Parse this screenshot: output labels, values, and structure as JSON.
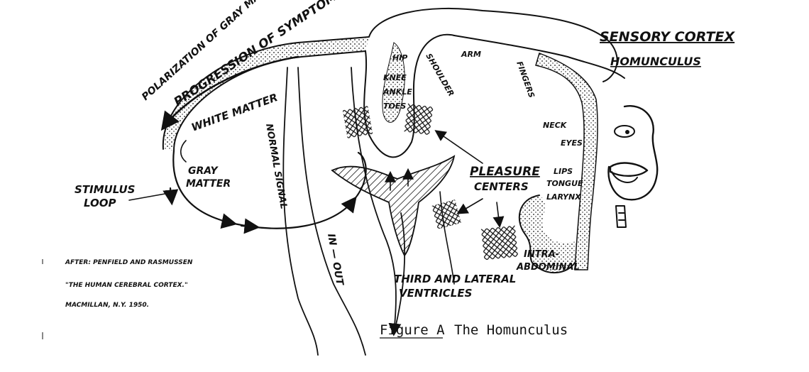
{
  "header": {
    "title_line1": "SENSORY CORTEX",
    "title_line2": "HOMUNCULUS"
  },
  "arc_text": {
    "line1": "POLARIZATION OF GRAY MATTER CAUSES",
    "line2": "PROGRESSION OF SYMPTOMS"
  },
  "labels": {
    "white_matter": "WHITE MATTER",
    "gray_matter_1": "GRAY",
    "gray_matter_2": "MATTER",
    "stimulus_1": "STIMULUS",
    "stimulus_2": "LOOP",
    "normal_signal": "NORMAL SIGNAL",
    "in_out": "IN — OUT",
    "pleasure_1": "PLEASURE",
    "pleasure_2": "CENTERS",
    "third_1": "THIRD AND LATERAL",
    "third_2": "VENTRICLES",
    "intra_1": "INTRA-",
    "intra_2": "ABDOMINAL"
  },
  "body_parts": {
    "hip": "HIP",
    "knee": "KNEE",
    "ankle": "ANKLE",
    "toes": "TOES",
    "shoulder": "SHOULDER",
    "arm": "ARM",
    "fingers": "FINGERS",
    "neck": "NECK",
    "eyes": "EYES",
    "lips": "LIPS",
    "tongue": "TONGUE",
    "larynx": "LARYNX"
  },
  "reference": {
    "line1": "AFTER: PENFIELD AND RASMUSSEN",
    "line2": "\"THE HUMAN CEREBRAL CORTEX.\"",
    "line3": "MACMILLAN, N.Y. 1950."
  },
  "caption": {
    "prefix": "Figure A",
    "title": "The Homunculus"
  }
}
